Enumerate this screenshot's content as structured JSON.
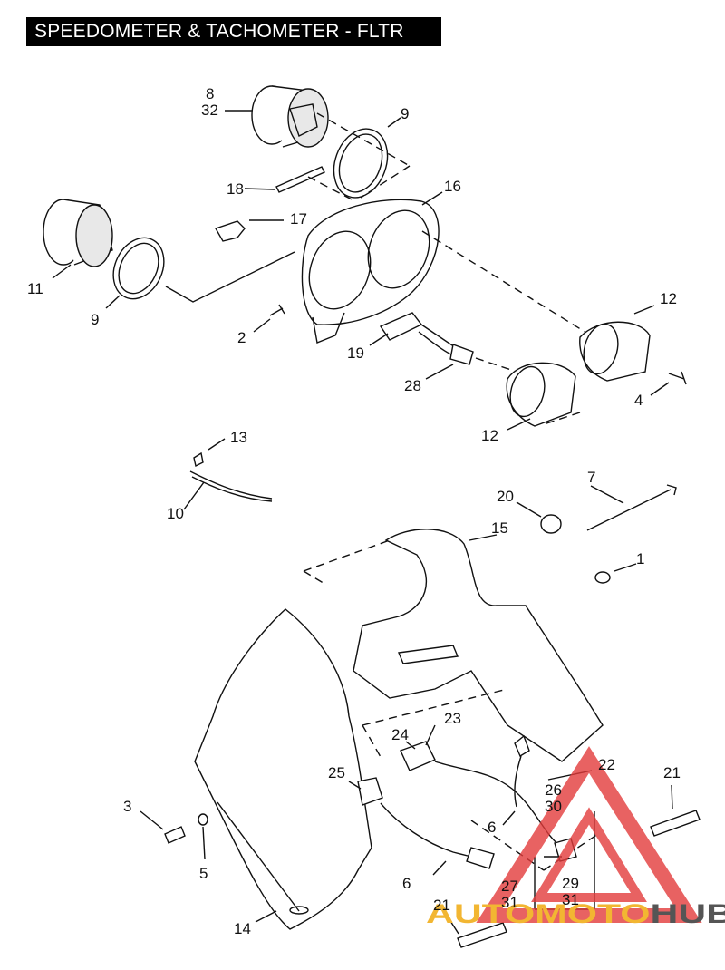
{
  "title": "SPEEDOMETER & TACHOMETER - FLTR",
  "callouts": {
    "c8": "8",
    "c32": "32",
    "c9a": "9",
    "c18": "18",
    "c16": "16",
    "c17": "17",
    "c11": "11",
    "c9b": "9",
    "c2": "2",
    "c19": "19",
    "c12a": "12",
    "c28": "28",
    "c4": "4",
    "c12b": "12",
    "c13": "13",
    "c10": "10",
    "c7": "7",
    "c20": "20",
    "c15": "15",
    "c1": "1",
    "c23": "23",
    "c24": "24",
    "c22": "22",
    "c25": "25",
    "c21a": "21",
    "c26": "26",
    "c30": "30",
    "c3": "3",
    "c6a": "6",
    "c5": "5",
    "c29": "29",
    "c31a": "31",
    "c6b": "6",
    "c27": "27",
    "c31b": "31",
    "c21b": "21",
    "c14": "14"
  },
  "watermark": {
    "part1": "AUTOMOTO",
    "part2": "HUB",
    "color1": "#f2b632",
    "color2": "#555555",
    "triangle_color": "#e23b3b"
  }
}
